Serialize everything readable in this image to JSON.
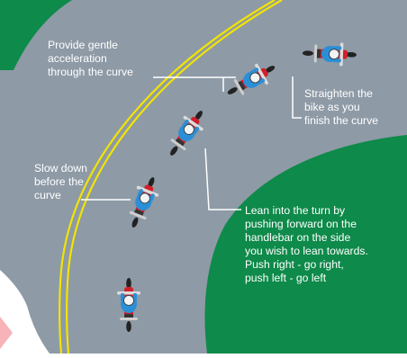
{
  "labels": {
    "accelerate": "Provide gentle\nacceleration\nthrough the curve",
    "straighten": "Straighten the\nbike as you\nfinish the curve",
    "slow_down": "Slow down\nbefore the\ncurve",
    "lean": "Lean into the turn by\npushing forward on the\nhandlebar on the side\nyou wish to lean towards.\nPush right - go right,\npush left - go left"
  },
  "colors": {
    "road": "#8e9aa6",
    "grass": "#0e8a4a",
    "center_line": "#f2e400",
    "rider_jacket": "#2a8fd6",
    "bike_body": "#d11f2a",
    "text": "#ffffff"
  },
  "motorcycle_icons": [
    "motorcycle-icon",
    "motorcycle-icon",
    "motorcycle-icon",
    "motorcycle-icon",
    "motorcycle-icon"
  ]
}
